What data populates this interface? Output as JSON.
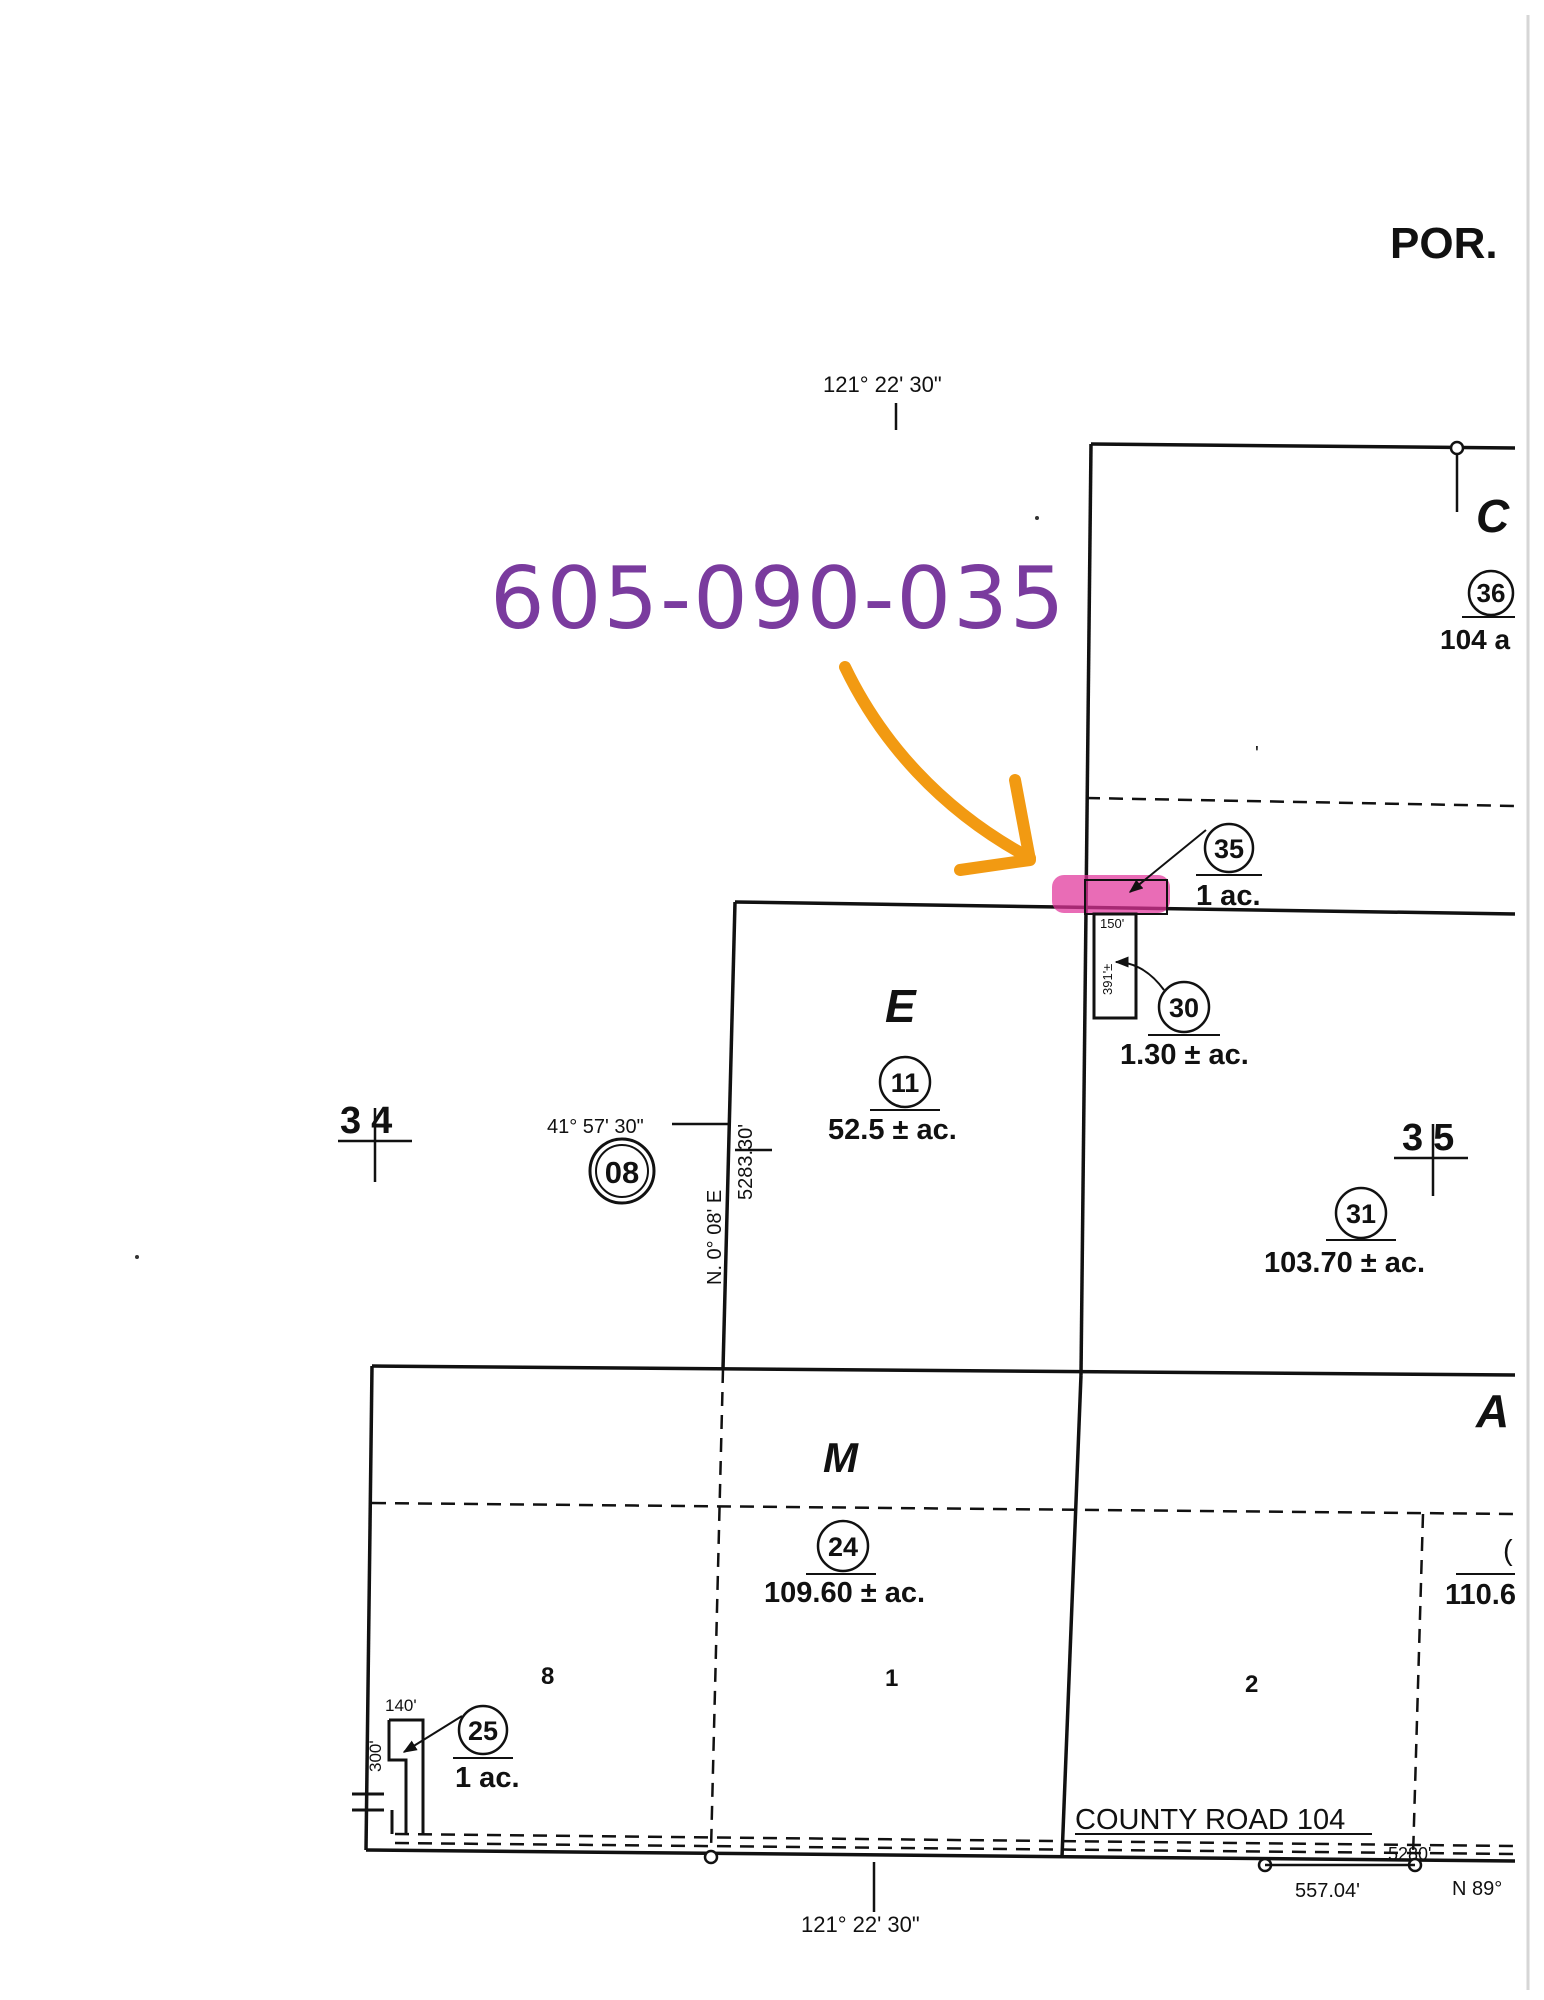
{
  "title_fragment": "POR.",
  "handwritten_parcel_number": "605-090-035",
  "colors": {
    "ink": "#111111",
    "highlight": "#e0339a",
    "arrow": "#f29a12",
    "handwriting": "#7a3b9e"
  },
  "coordinates": {
    "top_longitude": "121° 22' 30\"",
    "bottom_longitude": "121° 22' 30\"",
    "left_latitude": "41° 57' 30\""
  },
  "sections": {
    "left": "34",
    "right": "35"
  },
  "page_badge": "08",
  "block_letters": {
    "e": "E",
    "m": "M",
    "c": "C",
    "a": "A"
  },
  "parcels": [
    {
      "id": "36",
      "area": "104 a"
    },
    {
      "id": "35",
      "area": "1 ac."
    },
    {
      "id": "30",
      "area": "1.30 ± ac."
    },
    {
      "id": "11",
      "area": "52.5 ± ac."
    },
    {
      "id": "31",
      "area": "103.70 ± ac."
    },
    {
      "id": "24",
      "area": "109.60 ± ac."
    },
    {
      "id": "25",
      "area": "1 ac."
    },
    {
      "id": "",
      "area": "110.6"
    }
  ],
  "lot_numbers": {
    "lot_8": "8",
    "lot_1": "1",
    "lot_2": "2"
  },
  "dimensions": {
    "d150": "150'",
    "d391": "391'±",
    "d140": "140'",
    "d300": "300'",
    "d5283": "5283.30'",
    "bearing_ne": "N. 0° 08' E",
    "d5280": "5280'",
    "d557": "557.04'",
    "bearing_n89": "N 89°"
  },
  "road_name": "COUNTY ROAD 104"
}
